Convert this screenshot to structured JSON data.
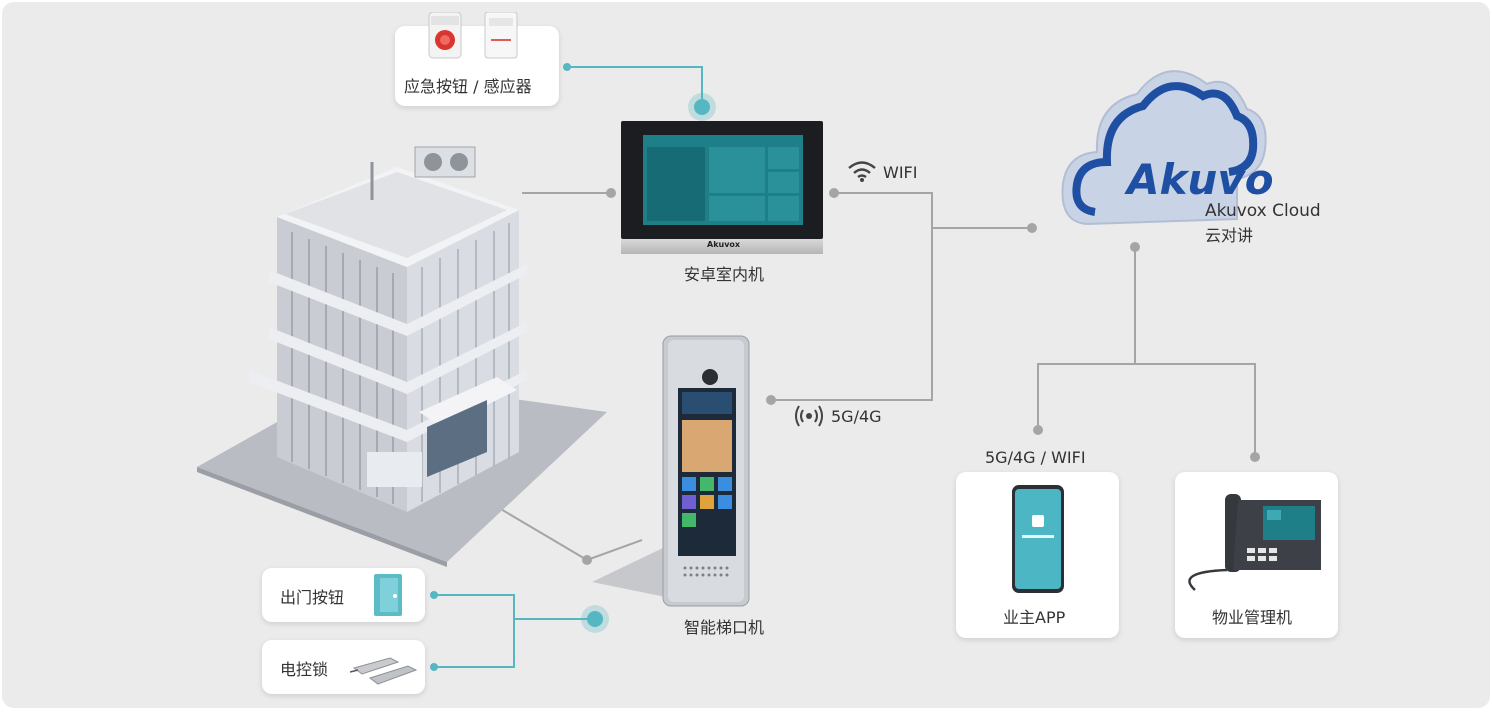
{
  "sensor_card": {
    "label": "应急按钮 / 感应器"
  },
  "indoor_monitor": {
    "label": "安卓室内机",
    "brand": "Akuvox"
  },
  "wifi_link": {
    "label": "WIFI"
  },
  "cloud": {
    "logo_text": "Akuvox",
    "title": "Akuvox Cloud",
    "subtitle": "云对讲"
  },
  "cellular_link": {
    "label": "5G/4G"
  },
  "elevator_panel": {
    "label": "智能梯口机"
  },
  "app_link": {
    "label": "5G/4G / WIFI"
  },
  "owner_app": {
    "label": "业主APP"
  },
  "property_phone": {
    "label": "物业管理机"
  },
  "exit_button": {
    "label": "出门按钮"
  },
  "electric_lock": {
    "label": "电控锁"
  },
  "colors": {
    "accent_teal": "#54b7c2",
    "wire_gray": "#a5a5a5",
    "cloud_blue": "#1e4fa3"
  }
}
